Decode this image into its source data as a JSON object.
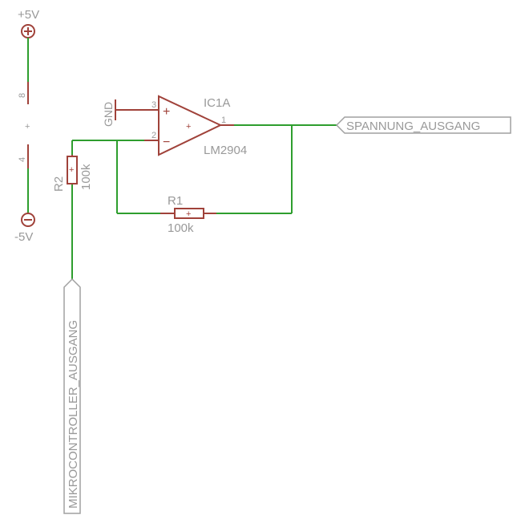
{
  "power": {
    "positive_label": "+5V",
    "negative_label": "-5V",
    "pin_top": "8",
    "pin_mid": "+",
    "pin_bottom": "4"
  },
  "ground": {
    "label": "GND"
  },
  "opamp": {
    "name": "IC1A",
    "value": "LM2904",
    "pin_noninv": "3",
    "pin_inv": "2",
    "pin_out": "1",
    "sym_plus": "+",
    "sym_minus": "−",
    "sym_center": "+"
  },
  "r1": {
    "name": "R1",
    "value": "100k",
    "marker": "+"
  },
  "r2": {
    "name": "R2",
    "value": "100k",
    "marker": "+"
  },
  "nets": {
    "output_label": "SPANNUNG_AUSGANG",
    "input_label": "MIKROCONTROLLER_AUSGANG"
  },
  "colors": {
    "net": "#2e9e2e",
    "part": "#a0423a",
    "text": "#999999",
    "background": "#ffffff"
  }
}
